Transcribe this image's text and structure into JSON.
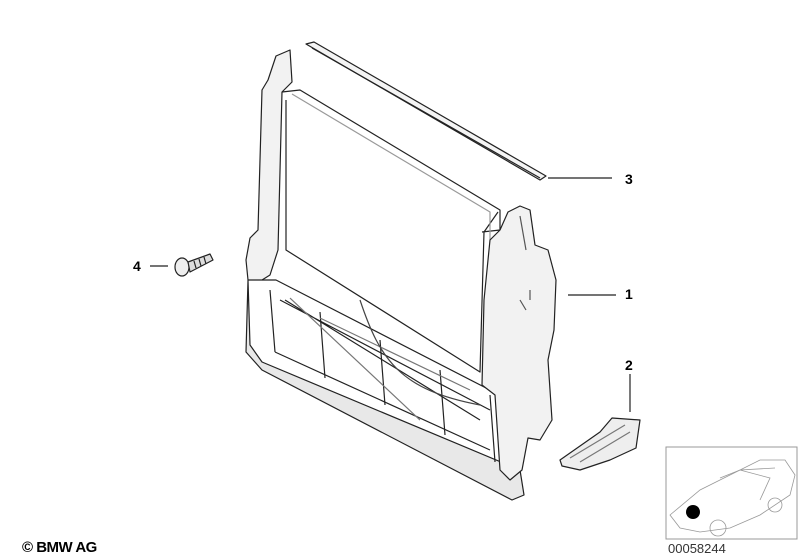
{
  "callouts": [
    {
      "label": "1"
    },
    {
      "label": "2"
    },
    {
      "label": "3"
    },
    {
      "label": "4"
    }
  ],
  "copyright": "© BMW AG",
  "diagram_number": "00058244",
  "locator": {
    "marker_color": "#000000"
  }
}
